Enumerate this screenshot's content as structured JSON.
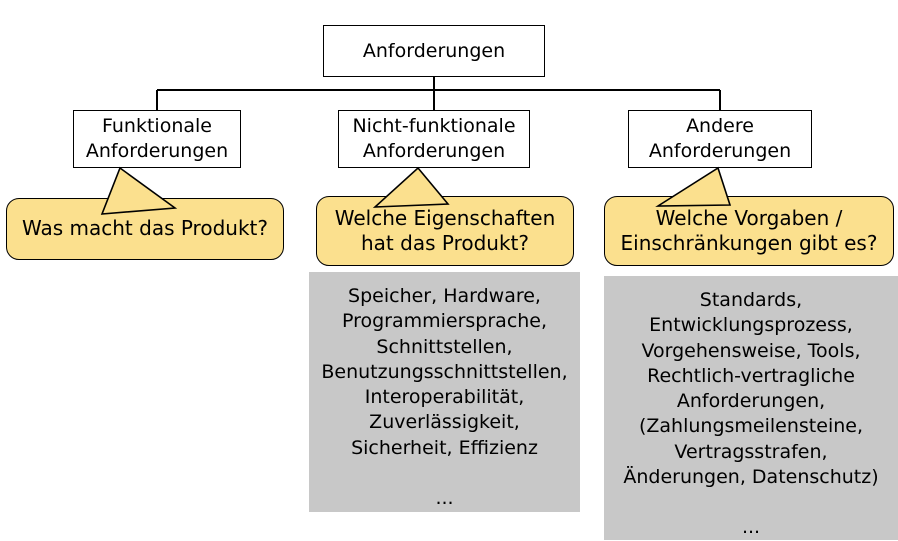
{
  "diagram": {
    "title": "Anforderungen",
    "colors": {
      "callout_fill": "#fbe08e",
      "callout_border": "#000000",
      "panel_fill": "#c8c8c8",
      "node_fill": "#ffffff",
      "node_border": "#000000",
      "connector": "#000000"
    },
    "root": {
      "label": "Anforderungen"
    },
    "branches": [
      {
        "key": "funktionale",
        "node_label": "Funktionale\nAnforderungen",
        "callout_label": "Was macht das Produkt?",
        "details": null
      },
      {
        "key": "nicht-funktionale",
        "node_label": "Nicht-funktionale\nAnforderungen",
        "callout_label": "Welche Eigenschaften\nhat das Produkt?",
        "details": "Speicher, Hardware,\nProgrammiersprache,\nSchnittstellen,\nBenutzungsschnittstellen,\nInteroperabilität,\nZuverlässigkeit,\nSicherheit, Effizienz\n\n..."
      },
      {
        "key": "andere",
        "node_label": "Andere\nAnforderungen",
        "callout_label": "Welche Vorgaben /\nEinschränkungen gibt es?",
        "details": "Standards,\nEntwicklungsprozess,\nVorgehensweise, Tools,\nRechtlich-vertragliche\nAnforderungen,\n(Zahlungsmeilensteine,\nVertragsstrafen,\nÄnderungen, Datenschutz)\n\n..."
      }
    ]
  }
}
